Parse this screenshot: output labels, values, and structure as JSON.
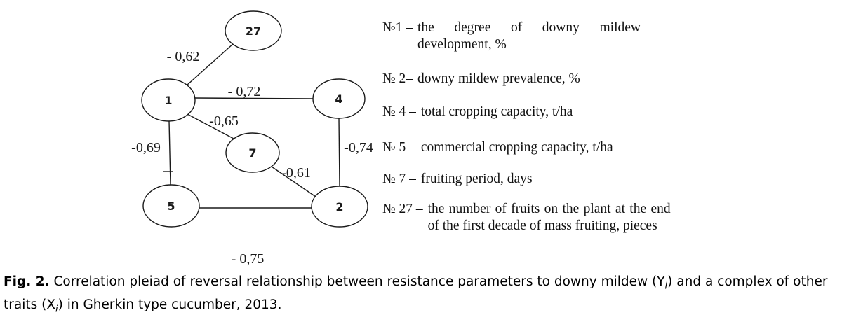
{
  "diagram": {
    "nodes": [
      {
        "id": "27",
        "label": "27"
      },
      {
        "id": "1",
        "label": "1"
      },
      {
        "id": "4",
        "label": "4"
      },
      {
        "id": "7",
        "label": "7"
      },
      {
        "id": "5",
        "label": "5"
      },
      {
        "id": "2",
        "label": "2"
      }
    ],
    "edges": [
      {
        "from": "1",
        "to": "27",
        "label": "- 0,62"
      },
      {
        "from": "1",
        "to": "4",
        "label": "- 0,72"
      },
      {
        "from": "1",
        "to": "7",
        "label": "-0,65"
      },
      {
        "from": "1",
        "to": "5",
        "label": "-0,69"
      },
      {
        "from": "4",
        "to": "2",
        "label": "-0,74"
      },
      {
        "from": "7",
        "to": "2",
        "label": "-0,61"
      },
      {
        "from": "5",
        "to": "2",
        "label": "- 0,75"
      }
    ]
  },
  "legend": {
    "items": [
      {
        "number": "№1 –",
        "text": "the degree of downy mildew development, %"
      },
      {
        "number": "№ 2–",
        "text": "downy mildew prevalence, %"
      },
      {
        "number": "№ 4 –",
        "text": "total cropping capacity, t/ha"
      },
      {
        "number": "№ 5 –",
        "text": "commercial cropping capacity, t/ha"
      },
      {
        "number": "№ 7 –",
        "text": "fruiting period, days"
      },
      {
        "number": "№ 27 –",
        "text": "the number of fruits on the plant at the end of the first decade of mass fruiting, pieces"
      }
    ]
  },
  "caption": {
    "label": "Fig. 2.",
    "part1": " Correlation pleiad of reversal relationship between resistance parameters to downy mildew (Y",
    "sub1": "i",
    "part2": ") and a complex of other traits (X",
    "sub2": "i",
    "part3": ") in Gherkin type cucumber, 2013."
  }
}
